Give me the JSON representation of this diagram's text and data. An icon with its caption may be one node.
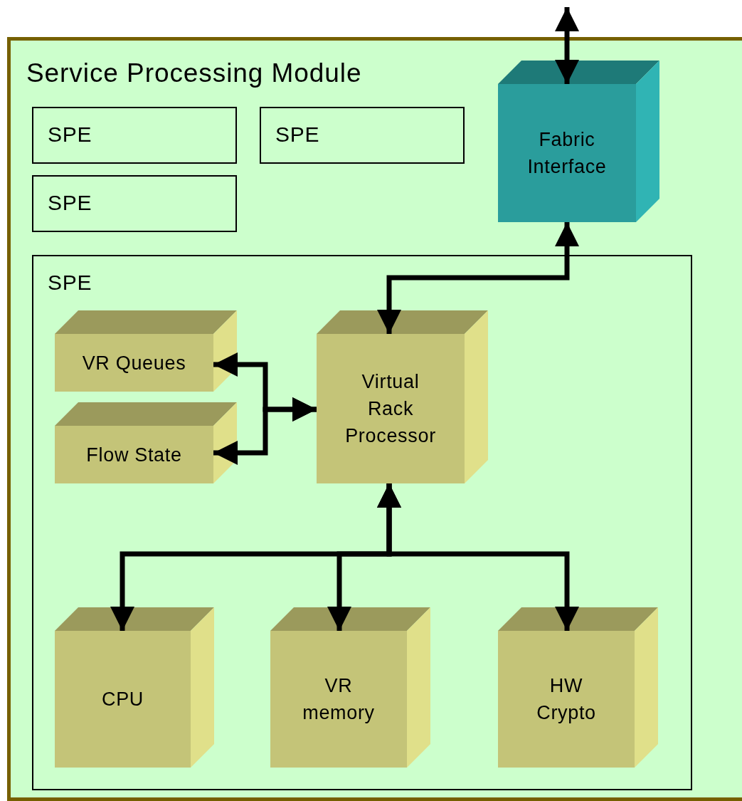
{
  "diagram": {
    "nodes": [
      {
        "text": [
          "Service Processing Module"
        ]
      },
      {
        "text": [
          "SPE"
        ],
        "in": 0
      },
      {
        "text": [
          "SPE"
        ],
        "in": 0
      },
      {
        "text": [
          "SPE"
        ],
        "in": 0
      },
      {
        "text": [
          "Fabric Interface"
        ],
        "in": 0
      },
      {
        "text": [
          "SPE"
        ],
        "in": 0
      },
      {
        "text": [
          "VR Queues"
        ],
        "in": 5
      },
      {
        "text": [
          "Flow State"
        ],
        "in": 5
      },
      {
        "text": [
          "Virtual Rack Processor"
        ],
        "in": 5
      },
      {
        "text": [
          "CPU"
        ],
        "in": 5
      },
      {
        "text": [
          "VR memory"
        ],
        "in": 5
      },
      {
        "text": [
          "HW Crypto"
        ],
        "in": 5
      }
    ],
    "edges": [
      {
        "from": null,
        "to": 4,
        "arrow": "both"
      },
      {
        "from": 4,
        "to": 8,
        "arrow": "both"
      },
      {
        "from": 8,
        "to": 6,
        "arrow": "both"
      },
      {
        "from": 8,
        "to": 7,
        "arrow": "both"
      },
      {
        "from": 8,
        "to": 9,
        "arrow": "both"
      },
      {
        "from": 8,
        "to": 10,
        "arrow": "both"
      },
      {
        "from": 8,
        "to": 11,
        "arrow": "both"
      }
    ]
  }
}
